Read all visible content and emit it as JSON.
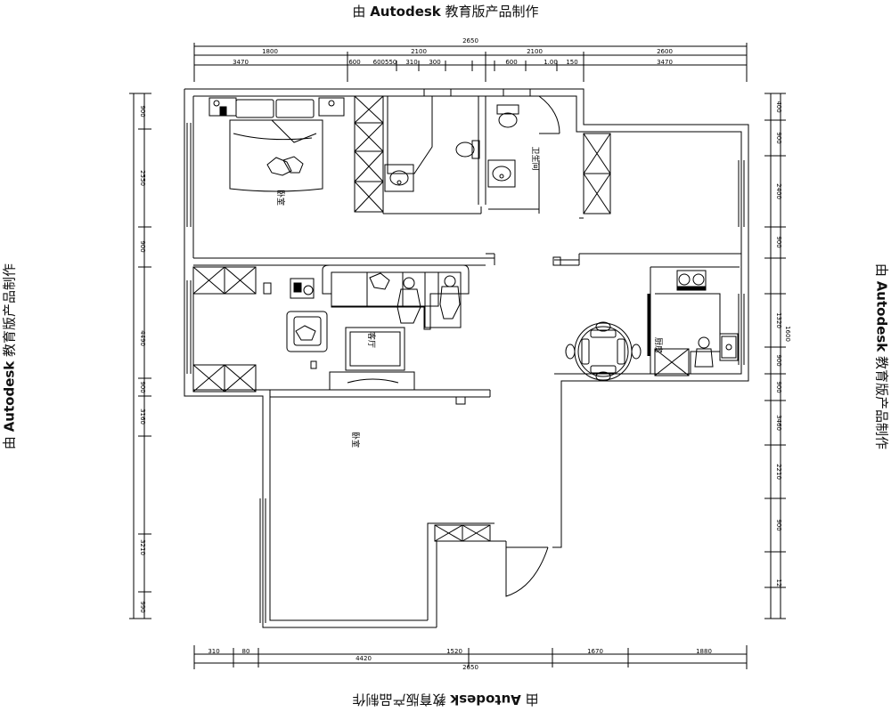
{
  "watermark": {
    "prefix": "由 ",
    "brand": "Autodesk",
    "suffix": " 教育版产品制作"
  },
  "rooms": {
    "bedroom_1": "卧室",
    "bathroom": "卫生间",
    "living_room": "客厅",
    "kitchen": "厨房",
    "bedroom_2": "卧室"
  },
  "dimensions": {
    "top_total": "2650",
    "top_mid": [
      "1800",
      "2100",
      "2100",
      "2600"
    ],
    "top_detail": [
      "3470",
      "600",
      "600550",
      "310",
      "300",
      "600",
      "1.00",
      "150",
      "3470"
    ],
    "bottom_total": "2650",
    "bottom_detail": [
      "310",
      "80",
      "4420",
      "1520",
      "1670",
      "1880"
    ],
    "left": [
      "900",
      "2550",
      "900",
      "4490",
      "900",
      "3160",
      "3210",
      "990"
    ],
    "right": [
      "400",
      "900",
      "2400",
      "900",
      "1320",
      "1600",
      "900",
      "900",
      "3460",
      "2210",
      "900",
      "12"
    ]
  }
}
